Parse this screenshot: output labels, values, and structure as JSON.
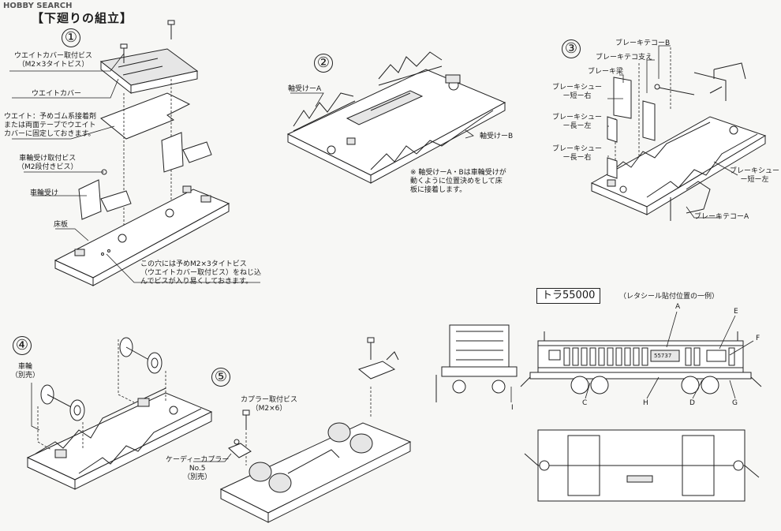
{
  "watermark": "HOBBY SEARCH",
  "title": "【下廻りの組立】",
  "steps": {
    "s1": "①",
    "s2": "②",
    "s3": "③",
    "s4": "④",
    "s5": "⑤"
  },
  "step1": {
    "cover_screw": "ウエイトカバー取付ビス\n（M2×3タイトビス）",
    "cover": "ウエイトカバー",
    "weight_note": "ウエイト：予めゴム系接着剤\nまたは両面テープでウエイト\nカバーに固定しておきます。",
    "wheel_screw": "車輪受け取付ビス\n（M2段付きビス）",
    "wheel_holder": "車輪受け",
    "floor": "床板",
    "hole_note": "この穴には予めM2×3タイトビス\n（ウエイトカバー取付ビス）をねじ込\nんでビスが入り易くしておきます。"
  },
  "step2": {
    "axle_a": "軸受けーA",
    "axle_b": "軸受けーB",
    "note": "※ 軸受けーA・Bは車輪受けが\n動くように位置決めをして床\n板に接着します。"
  },
  "step3": {
    "brake_lever_b": "ブレーキテコーB",
    "brake_lever_support": "ブレーキテコ支え",
    "brake_beam": "ブレーキ梁",
    "shoe_short_right": "ブレーキシュー\nー短ー右",
    "shoe_long_left": "ブレーキシュー\nー長ー左",
    "shoe_long_right": "ブレーキシュー\nー長ー右",
    "shoe_short_left": "ブレーキシュー\nー短ー左",
    "brake_lever_a": "ブレーキテコーA"
  },
  "step4": {
    "wheel": "車輪\n（別売）"
  },
  "step5": {
    "coupler_screw": "カプラー取付ビス\n（M2×6）",
    "coupler": "ケーディーカプラー\nNo.5\n（別売）"
  },
  "model": {
    "name": "トラ55000",
    "caption": "（レタシール貼付位置の一例）",
    "number": "55737",
    "markers": [
      "A",
      "E",
      "F",
      "C",
      "H",
      "D",
      "G",
      "I"
    ]
  }
}
